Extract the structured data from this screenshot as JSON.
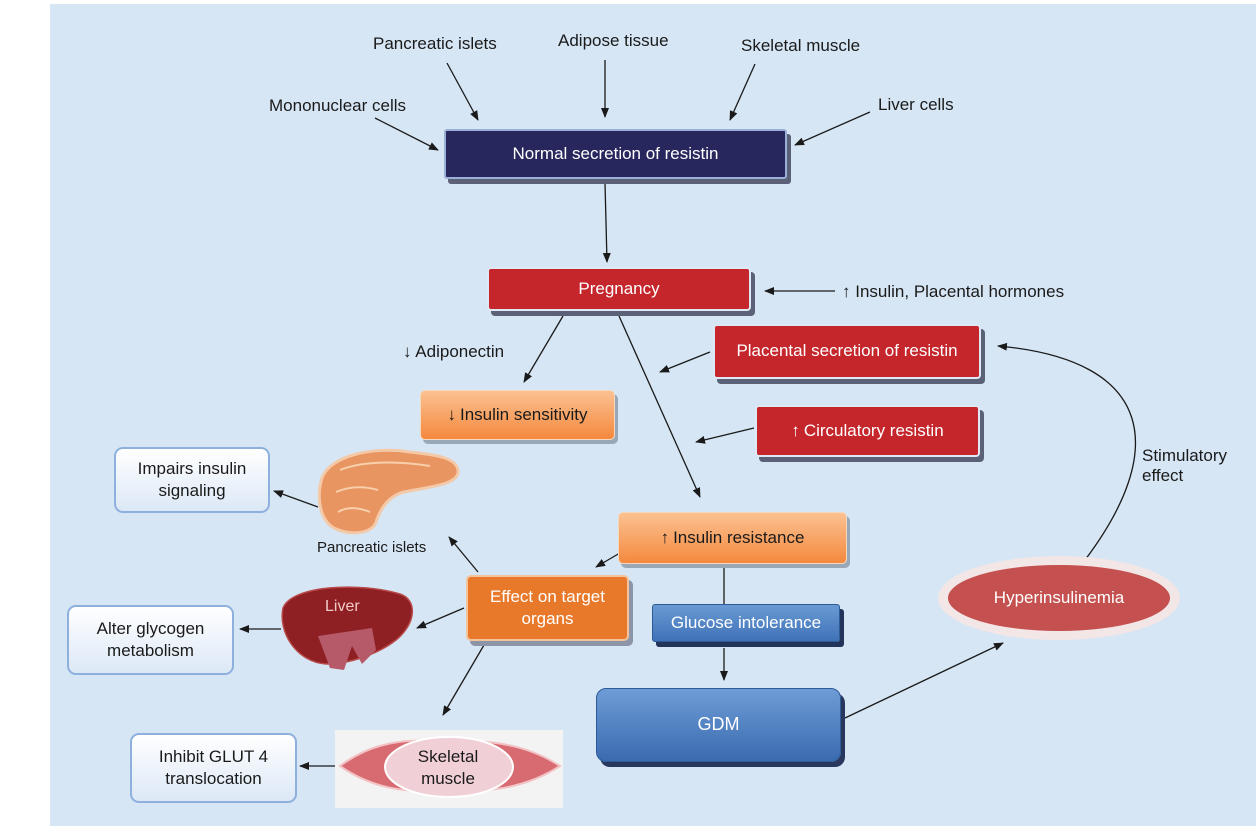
{
  "sources": {
    "pancreatic_islets": "Pancreatic islets",
    "adipose_tissue": "Adipose tissue",
    "skeletal_muscle": "Skeletal muscle",
    "mononuclear_cells": "Mononuclear cells",
    "liver_cells": "Liver cells"
  },
  "nodes": {
    "normal_secretion": "Normal secretion of resistin",
    "pregnancy": "Pregnancy",
    "insulin_hormones": "Insulin, Placental hormones",
    "adiponectin": "Adiponectin",
    "placental_secretion": "Placental secretion of resistin",
    "insulin_sensitivity": "Insulin sensitivity",
    "circulatory_resistin": "Circulatory resistin",
    "insulin_resistance": "Insulin resistance",
    "effect_target": "Effect on target organs",
    "glucose_intolerance": "Glucose intolerance",
    "gdm": "GDM",
    "hyperinsulinemia": "Hyperinsulinemia",
    "stimulatory_effect": "Stimulatory effect"
  },
  "organs": {
    "pancreatic_islets": "Pancreatic islets",
    "liver": "Liver",
    "skeletal_muscle": "Skeletal muscle"
  },
  "outcomes": {
    "impairs_signaling": "Impairs insulin signaling",
    "alter_glycogen": "Alter glycogen metabolism",
    "inhibit_glut": "Inhibit GLUT 4 translocation"
  },
  "colors": {
    "background": "#d6e6f5",
    "navy": "#27275e",
    "red": "#c4262b",
    "orange": "#e8792a",
    "blue": "#3f72b8"
  }
}
